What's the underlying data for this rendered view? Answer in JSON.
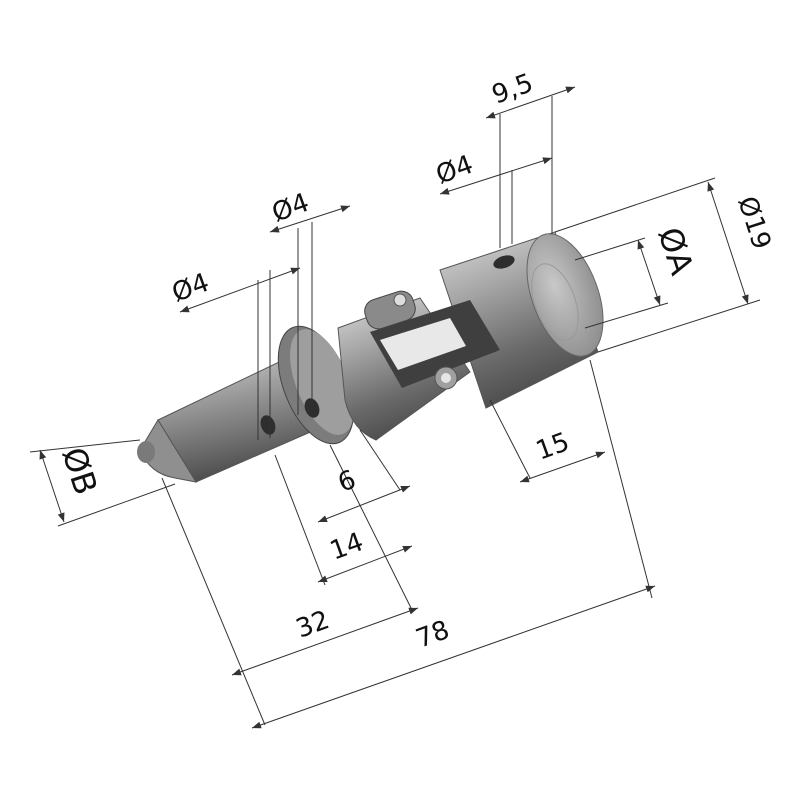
{
  "dimensions": {
    "dia_small_hole_left": "Ø4",
    "dia_small_hole_mid": "Ø4",
    "dia_small_hole_right": "Ø4",
    "hole_offset": "9,5",
    "dia_body": "Ø19",
    "dia_bore_a": "ØA",
    "dia_bore_b": "ØB",
    "len_15": "15",
    "len_6": "6",
    "len_14": "14",
    "len_32": "32",
    "len_78": "78"
  },
  "colors": {
    "body_light": "#b8b8b8",
    "body_dark": "#6e6e6e",
    "body_shadow": "#4a4a4a",
    "line": "#333333"
  }
}
